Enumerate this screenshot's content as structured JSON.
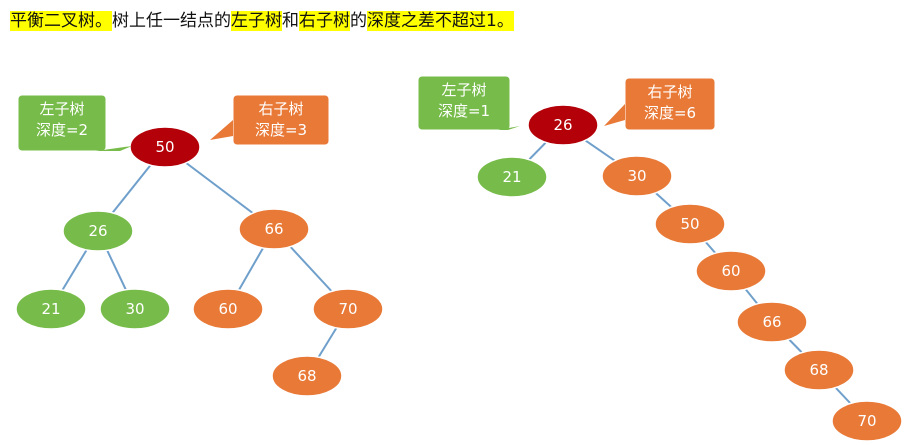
{
  "title": {
    "segments": [
      {
        "text": "平衡二叉树。",
        "highlight": true
      },
      {
        "text": "树上任一结点的",
        "highlight": false
      },
      {
        "text": "左子树",
        "highlight": true
      },
      {
        "text": "和",
        "highlight": false
      },
      {
        "text": "右子树",
        "highlight": true
      },
      {
        "text": "的",
        "highlight": false
      },
      {
        "text": "深度之差不超过1。",
        "highlight": true
      }
    ]
  },
  "colors": {
    "green": "#77bc4a",
    "orange": "#e87937",
    "red": "#b40009",
    "edge": "#6f9fcb",
    "highlight": "#ffff00"
  },
  "trees": [
    {
      "name": "balanced-tree",
      "callouts": [
        {
          "line1": "左子树",
          "line2": "深度=2",
          "color": "green"
        },
        {
          "line1": "右子树",
          "line2": "深度=3",
          "color": "orange"
        }
      ],
      "nodes": [
        {
          "id": "a50",
          "label": "50",
          "color": "red"
        },
        {
          "id": "a26",
          "label": "26",
          "color": "green"
        },
        {
          "id": "a66",
          "label": "66",
          "color": "orange"
        },
        {
          "id": "a21",
          "label": "21",
          "color": "green"
        },
        {
          "id": "a30",
          "label": "30",
          "color": "green"
        },
        {
          "id": "a60",
          "label": "60",
          "color": "orange"
        },
        {
          "id": "a70",
          "label": "70",
          "color": "orange"
        },
        {
          "id": "a68",
          "label": "68",
          "color": "orange"
        }
      ],
      "edges": [
        [
          "a50",
          "a26"
        ],
        [
          "a50",
          "a66"
        ],
        [
          "a26",
          "a21"
        ],
        [
          "a26",
          "a30"
        ],
        [
          "a66",
          "a60"
        ],
        [
          "a66",
          "a70"
        ],
        [
          "a70",
          "a68"
        ]
      ]
    },
    {
      "name": "unbalanced-tree",
      "callouts": [
        {
          "line1": "左子树",
          "line2": "深度=1",
          "color": "green"
        },
        {
          "line1": "右子树",
          "line2": "深度=6",
          "color": "orange"
        }
      ],
      "nodes": [
        {
          "id": "b26",
          "label": "26",
          "color": "red"
        },
        {
          "id": "b21",
          "label": "21",
          "color": "green"
        },
        {
          "id": "b30",
          "label": "30",
          "color": "orange"
        },
        {
          "id": "b50",
          "label": "50",
          "color": "orange"
        },
        {
          "id": "b60",
          "label": "60",
          "color": "orange"
        },
        {
          "id": "b66",
          "label": "66",
          "color": "orange"
        },
        {
          "id": "b68",
          "label": "68",
          "color": "orange"
        },
        {
          "id": "b70",
          "label": "70",
          "color": "orange"
        }
      ],
      "edges": [
        [
          "b26",
          "b21"
        ],
        [
          "b26",
          "b30"
        ],
        [
          "b30",
          "b50"
        ],
        [
          "b50",
          "b60"
        ],
        [
          "b60",
          "b66"
        ],
        [
          "b66",
          "b68"
        ],
        [
          "b68",
          "b70"
        ]
      ]
    }
  ]
}
